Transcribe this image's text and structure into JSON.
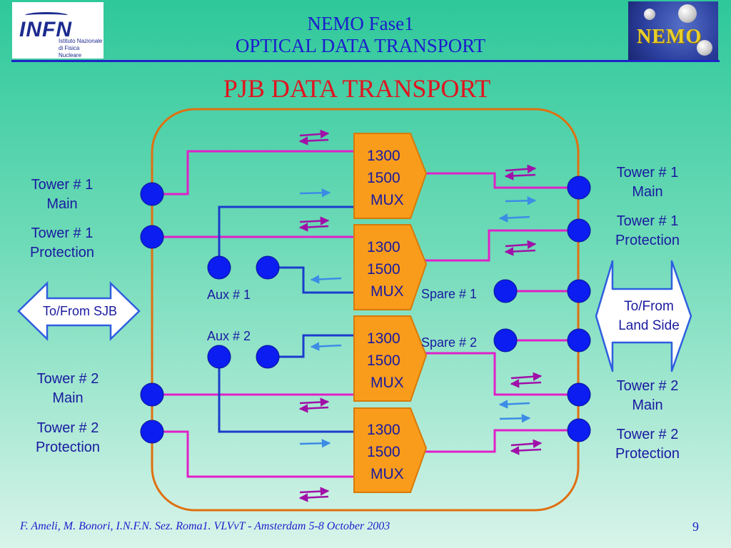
{
  "header": {
    "title_line1": "NEMO Fase1",
    "title_line2": "OPTICAL DATA TRANSPORT"
  },
  "logos": {
    "infn_mark": "INFN",
    "infn_sub_line1": "Istituto Nazionale",
    "infn_sub_line2": "di Fisica Nucleare",
    "nemo_word": "NEMO"
  },
  "section_title": "PJB DATA TRANSPORT",
  "left_labels": {
    "tower1_main": [
      "Tower # 1",
      "Main"
    ],
    "tower1_protection": [
      "Tower # 1",
      "Protection"
    ],
    "tower2_main": [
      "Tower # 2",
      "Main"
    ],
    "tower2_protection": [
      "Tower # 2",
      "Protection"
    ]
  },
  "right_labels": {
    "tower1_main": [
      "Tower # 1",
      "Main"
    ],
    "tower1_protection": [
      "Tower # 1",
      "Protection"
    ],
    "tower2_main": [
      "Tower # 2",
      "Main"
    ],
    "tower2_protection": [
      "Tower # 2",
      "Protection"
    ]
  },
  "aux": {
    "aux1": "Aux # 1",
    "aux2": "Aux # 2"
  },
  "spare": {
    "spare1": "Spare # 1",
    "spare2": "Spare # 2"
  },
  "to_from_sjb": "To/From SJB",
  "to_from_land": [
    "To/From",
    "Land Side"
  ],
  "mux_blocks": [
    {
      "line1": "1300",
      "line2": "1500",
      "line3": "MUX"
    },
    {
      "line1": "1300",
      "line2": "1500",
      "line3": "MUX"
    },
    {
      "line1": "1300",
      "line2": "1500",
      "line3": "MUX"
    },
    {
      "line1": "1300",
      "line2": "1500",
      "line3": "MUX"
    }
  ],
  "footer": "F. Ameli, M. Bonori,  I.N.F.N. Sez. Roma1.   VLVνT - Amsterdam 5-8 October 2003",
  "page_number": "9",
  "colors": {
    "title_blue": "#1c1ccc",
    "section_red": "#e0141e",
    "mux_orange": "#f99c1c",
    "frame_orange": "#e07010",
    "fiber_magenta": "#e020c8",
    "fiber_blue": "#1a3ccc",
    "node_blue": "#0b1df0",
    "arrow_light_blue": "#3c8ce6",
    "arrow_purple": "#a010a8"
  }
}
